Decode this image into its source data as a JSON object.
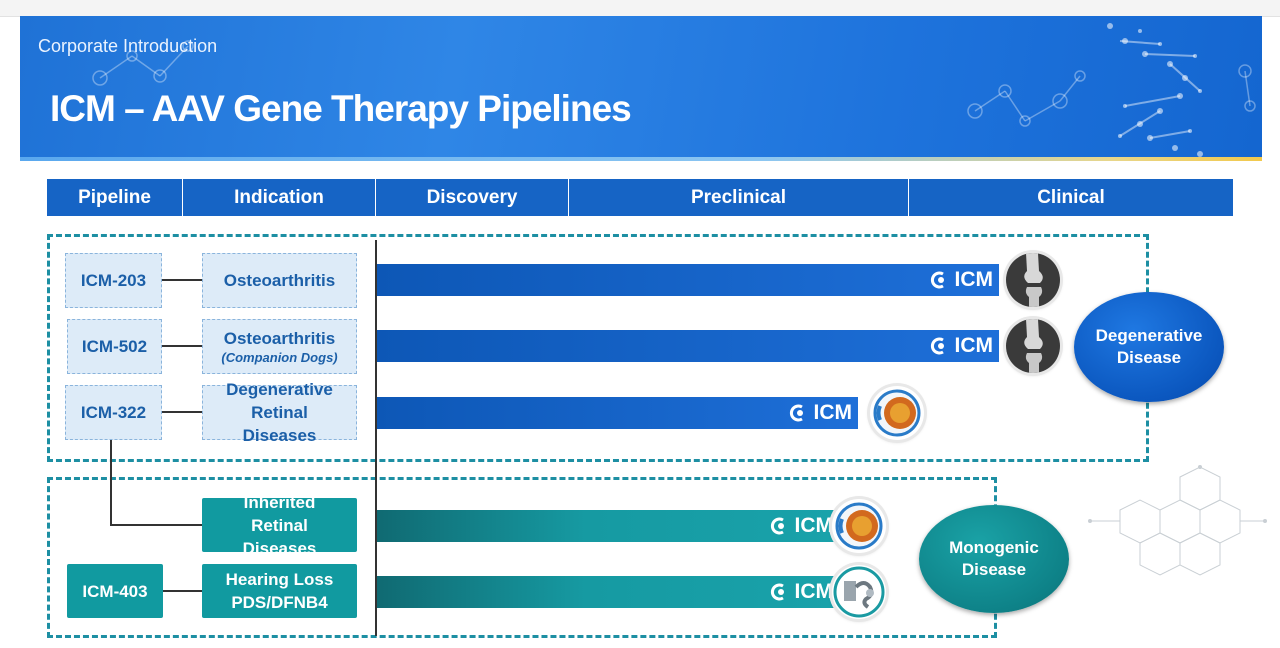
{
  "header": {
    "subtitle": "Corporate Introduction",
    "title": "ICM – AAV Gene Therapy Pipelines"
  },
  "columns": [
    "Pipeline",
    "Indication",
    "Discovery",
    "Preclinical",
    "Clinical"
  ],
  "rows": [
    {
      "pipeline": "ICM-203",
      "indication": "Osteoarthritis",
      "indication_sub": "",
      "stage_progress": 0.97,
      "icon": "knee-joint-icon",
      "group": "degenerative"
    },
    {
      "pipeline": "ICM-502",
      "indication": "Osteoarthritis",
      "indication_sub": "(Companion Dogs)",
      "stage_progress": 0.97,
      "icon": "knee-joint-icon",
      "group": "degenerative"
    },
    {
      "pipeline": "ICM-322",
      "indication": "Degenerative Retinal Diseases",
      "indication_sub": "",
      "stage_progress": 0.75,
      "icon": "eye-icon",
      "group": "degenerative"
    },
    {
      "pipeline": "",
      "indication": "Inherited Retinal Diseases",
      "indication_sub": "",
      "stage_progress": 0.72,
      "icon": "eye-icon",
      "group": "monogenic"
    },
    {
      "pipeline": "ICM-403",
      "indication": "Hearing Loss PDS/DFNB4",
      "indication_sub": "",
      "stage_progress": 0.72,
      "icon": "ear-icon",
      "group": "monogenic"
    }
  ],
  "bar_logo": "ICM",
  "groups": {
    "degenerative": "Degenerative Disease",
    "monogenic": "Monogenic Disease"
  },
  "colors": {
    "header_blue": "#1664c5",
    "bar_blue": "#1e6fd8",
    "bar_teal": "#169aa2",
    "group_border": "#1d8fa3"
  }
}
